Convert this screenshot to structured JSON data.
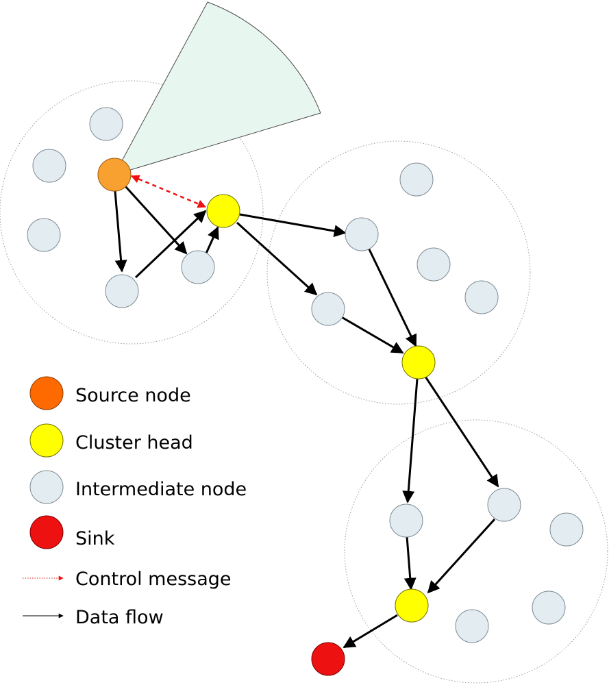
{
  "legend": {
    "source": "Source node",
    "head": "Cluster head",
    "intermediate": "Intermediate node",
    "sink": "Sink",
    "control": "Control message",
    "data": "Data flow"
  },
  "colors": {
    "source": "#f8a030",
    "head": "#ffff00",
    "intermediate": "#e2ecf1",
    "sink": "#ee1111",
    "control": "#ee1111",
    "data": "#000000",
    "sector": "#e8f6f0"
  }
}
